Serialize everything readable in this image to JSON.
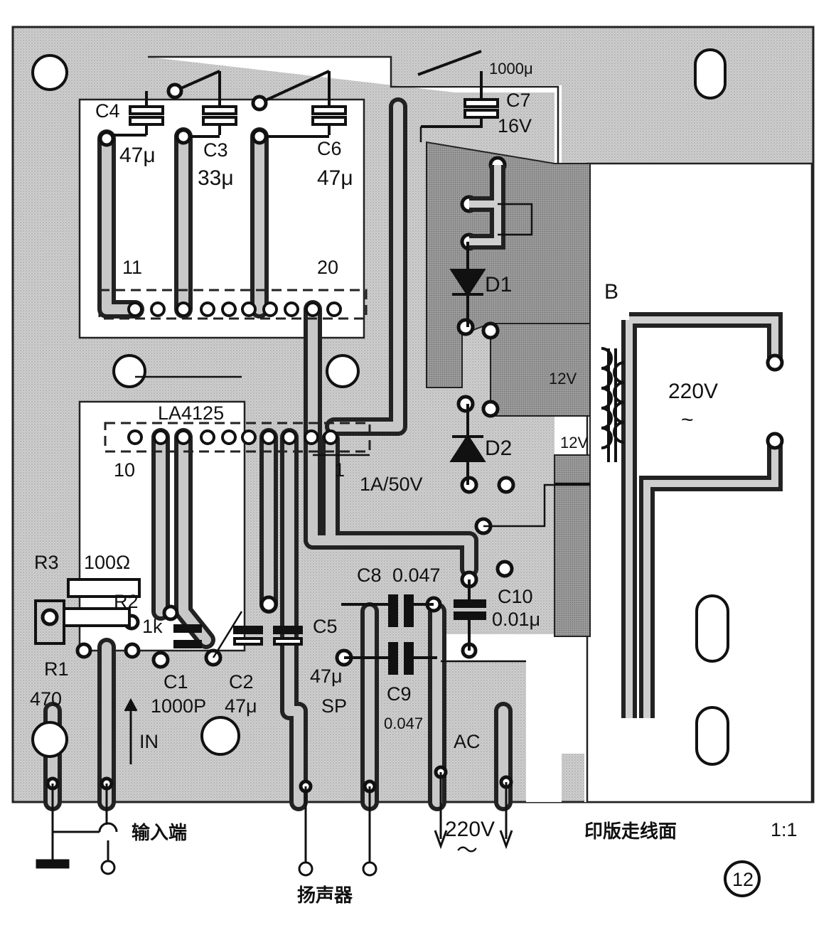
{
  "labels": {
    "c4": "C4",
    "c4_val": "47μ",
    "c3": "C3",
    "c3_val": "33μ",
    "c6": "C6",
    "c6_val": "47μ",
    "c7_val_top": "1000μ",
    "c7": "C7",
    "c7_v": "16V",
    "pin11": "11",
    "pin20": "20",
    "pin10": "10",
    "pin1": "1",
    "ic": "LA4125",
    "d1": "D1",
    "d2": "D2",
    "b": "B",
    "v12a": "12V",
    "v12b": "12V",
    "v220": "220V",
    "tilde": "~",
    "diode_rating": "1A/50V",
    "r3": "R3",
    "r3_val": "100Ω",
    "r2": "R2",
    "r2_val": "1k",
    "r1": "R1",
    "r1_val": "470",
    "c8": "C8",
    "c8_val": "0.047",
    "c10": "C10",
    "c10_val": "0.01μ",
    "c5": "C5",
    "c5_val": "47μ",
    "c1": "C1",
    "c1_val": "1000P",
    "c2": "C2",
    "c2_val": "47μ",
    "sp": "SP",
    "c9": "C9",
    "c9_val": "0.047",
    "ac": "AC",
    "in": "IN",
    "input_term": "输入端",
    "speaker": "扬声器",
    "ac_in": "220V",
    "ac_in_tilde": "～",
    "pcb_side": "印版走线面",
    "scale": "1:1",
    "fig_num": "12"
  }
}
